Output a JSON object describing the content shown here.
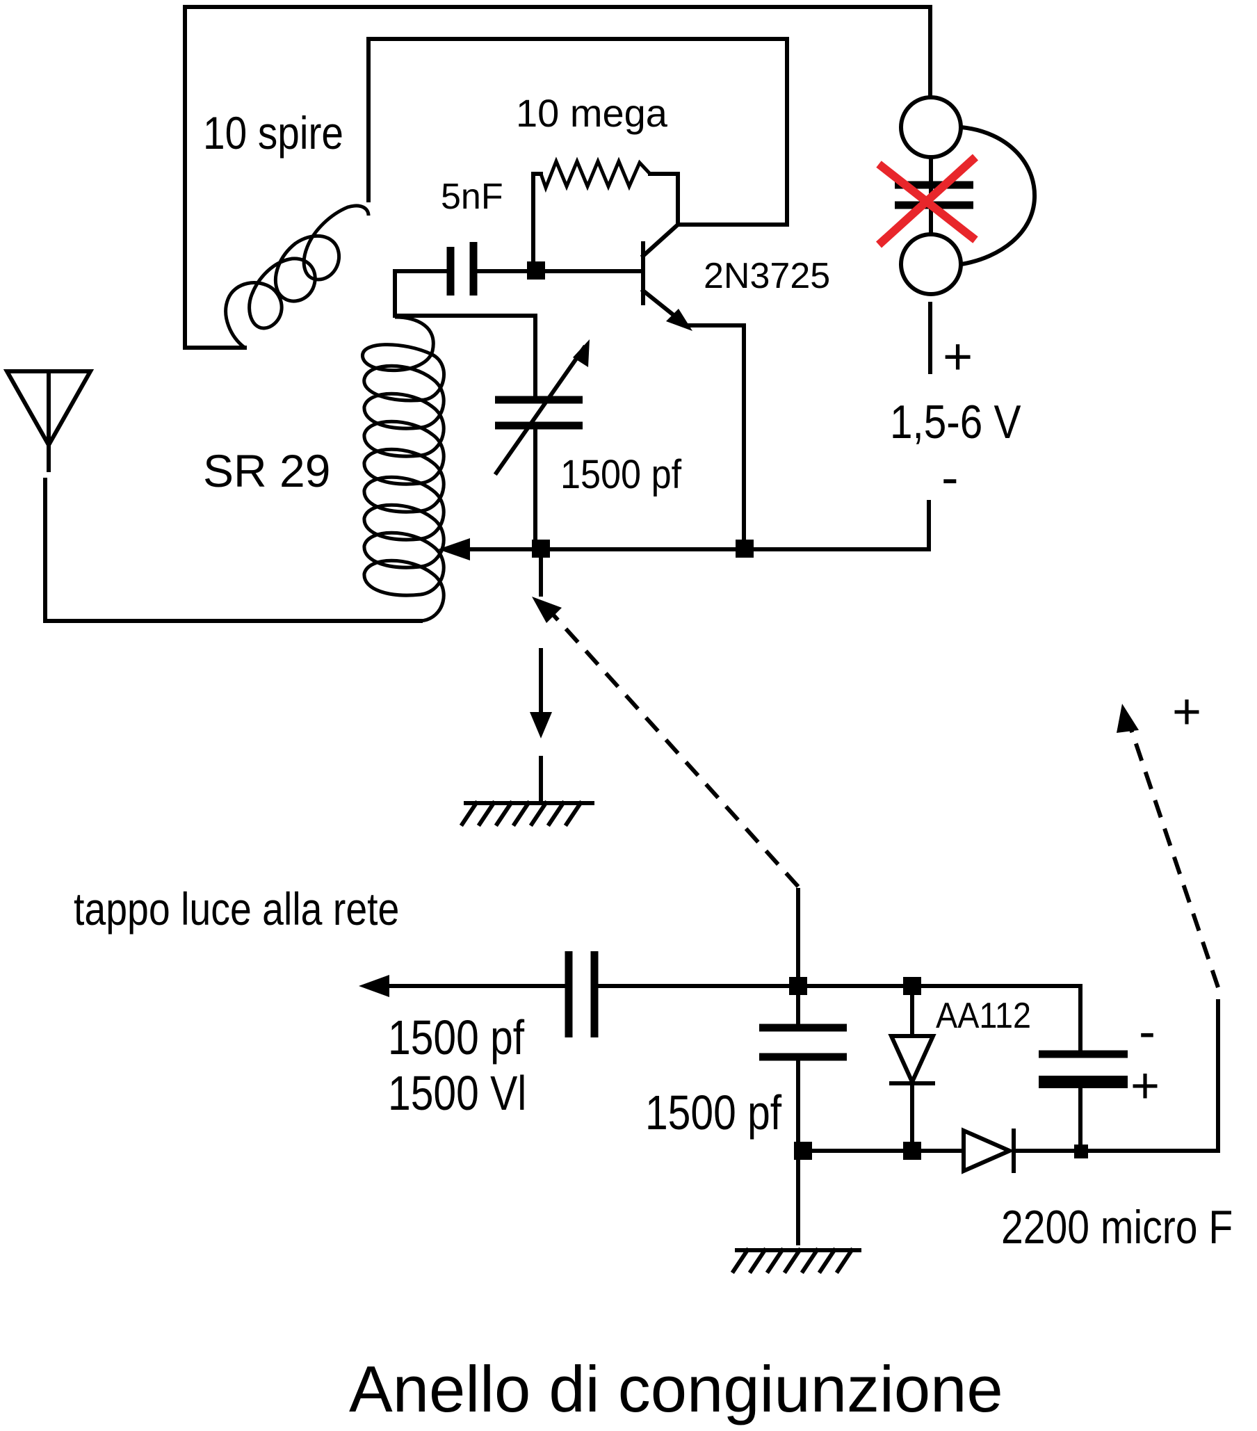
{
  "labels": {
    "coupling_coil": "10 spire",
    "resistor": "10 mega",
    "capacitor_small": "5nF",
    "transistor": "2N3725",
    "main_coil": "SR 29",
    "tuning_capacitor": "1500 pf",
    "voltage": "1,5-6 V",
    "plus_top": "+",
    "minus_top": "-",
    "mains_plug": "tappo luce alla rete",
    "series_cap_value": "1500 pf",
    "series_cap_voltage": "1500 Vl",
    "bottom_cap": "1500 pf",
    "diode": "AA112",
    "electrolytic": "2200 micro F",
    "elec_minus": "-",
    "elec_plus": "+",
    "plus_bottom": "+",
    "caption": "Anello di congiunzione"
  },
  "colors": {
    "wire": "#000000",
    "cross": "#e8262b"
  }
}
